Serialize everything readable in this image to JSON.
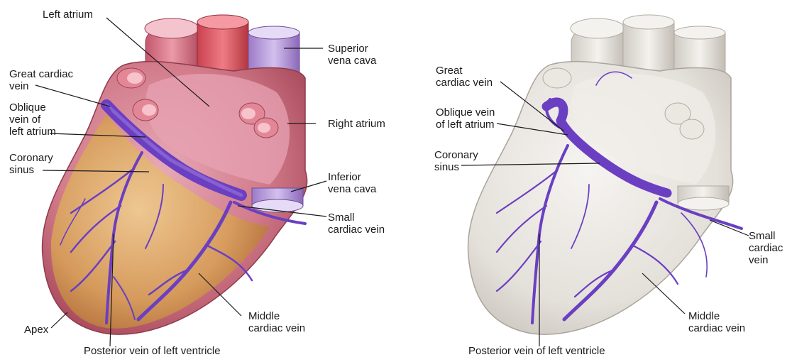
{
  "colors": {
    "vein": "#6b3fc2",
    "vein_dark": "#4b2a96",
    "heart_left": "#d27b8b",
    "heart_left_fat": "#d8a256",
    "heart_right": "#e9e6e1",
    "label_text": "#1a1a1a",
    "leader_line": "#1a1a1a"
  },
  "left_figure": {
    "labels": {
      "left_atrium": "Left atrium",
      "superior_vena_cava": "Superior\nvena cava",
      "great_cardiac_vein": "Great cardiac\nvein",
      "oblique_vein": "Oblique\nvein of\nleft atrium",
      "right_atrium": "Right atrium",
      "coronary_sinus": "Coronary\nsinus",
      "inferior_vena_cava": "Inferior\nvena cava",
      "small_cardiac_vein": "Small\ncardiac vein",
      "apex": "Apex",
      "middle_cardiac_vein": "Middle\ncardiac vein",
      "posterior_vein": "Posterior vein of left ventricle"
    }
  },
  "right_figure": {
    "labels": {
      "great_cardiac_vein": "Great\ncardiac vein",
      "oblique_vein": "Oblique vein\nof left atrium",
      "coronary_sinus": "Coronary\nsinus",
      "small_cardiac_vein": "Small\ncardiac\nvein",
      "middle_cardiac_vein": "Middle\ncardiac vein",
      "posterior_vein": "Posterior vein of left ventricle"
    }
  }
}
